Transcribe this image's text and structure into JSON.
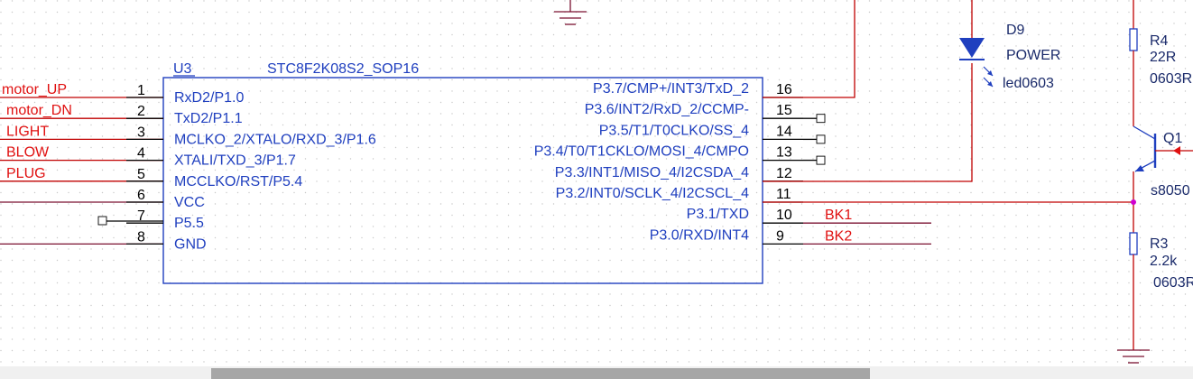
{
  "chip": {
    "ref": "U3",
    "part": "STC8F2K08S2_SOP16",
    "left_pins": [
      {
        "num": "1",
        "name": "RxD2/P1.0",
        "net": "motor_UP"
      },
      {
        "num": "2",
        "name": "TxD2/P1.1",
        "net": "motor_DN"
      },
      {
        "num": "3",
        "name": "MCLKO_2/XTALO/RXD_3/P1.6",
        "net": "LIGHT"
      },
      {
        "num": "4",
        "name": "XTALI/TXD_3/P1.7",
        "net": "BLOW"
      },
      {
        "num": "5",
        "name": "MCCLKO/RST/P5.4",
        "net": "PLUG"
      },
      {
        "num": "6",
        "name": "VCC",
        "net": ""
      },
      {
        "num": "7",
        "name": "P5.5",
        "net": ""
      },
      {
        "num": "8",
        "name": "GND",
        "net": ""
      }
    ],
    "right_pins": [
      {
        "num": "16",
        "name": "P3.7/CMP+/INT3/TxD_2",
        "net": ""
      },
      {
        "num": "15",
        "name": "P3.6/INT2/RxD_2/CCMP-",
        "net": ""
      },
      {
        "num": "14",
        "name": "P3.5/T1/T0CLKO/SS_4",
        "net": ""
      },
      {
        "num": "13",
        "name": "P3.4/T0/T1CKLO/MOSI_4/CMPO",
        "net": ""
      },
      {
        "num": "12",
        "name": "P3.3/INT1/MISO_4/I2CSDA_4",
        "net": ""
      },
      {
        "num": "11",
        "name": "P3.2/INT0/SCLK_4/I2CSCL_4",
        "net": ""
      },
      {
        "num": "10",
        "name": "P3.1/TXD",
        "net": "BK1"
      },
      {
        "num": "9",
        "name": "P3.0/RXD/INT4",
        "net": "BK2"
      }
    ]
  },
  "led": {
    "ref": "D9",
    "value": "POWER",
    "footprint": "led0603"
  },
  "r4": {
    "ref": "R4",
    "value": "22R",
    "footprint": "0603R"
  },
  "q1": {
    "ref": "Q1",
    "part": "s8050"
  },
  "r3": {
    "ref": "R3",
    "value": "2.2k",
    "footprint": "0603R"
  },
  "colors": {
    "body": "#1f3fbf",
    "wire": "#c00000",
    "net_label": "#e01010",
    "ground": "#7a1030",
    "junction": "#d000d0"
  }
}
